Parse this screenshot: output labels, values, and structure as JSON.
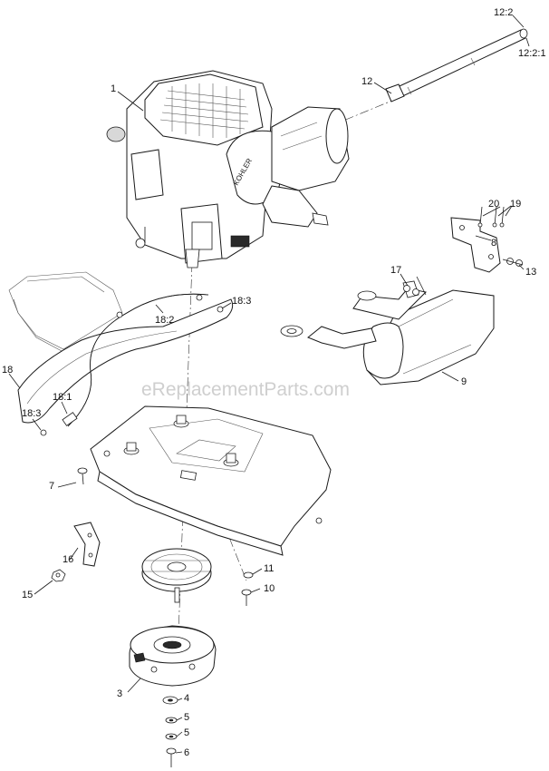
{
  "watermark": "eReplacementParts.com",
  "callouts": {
    "c1": "1",
    "c3": "3",
    "c4": "4",
    "c5a": "5",
    "c5b": "5",
    "c6": "6",
    "c7": "7",
    "c8": "8",
    "c9": "9",
    "c10": "10",
    "c11": "11",
    "c12": "12",
    "c12_2": "12:2",
    "c12_2_1": "12:2:1",
    "c13": "13",
    "c15": "15",
    "c16": "16",
    "c17": "17",
    "c18": "18",
    "c18_1": "18:1",
    "c18_2": "18:2",
    "c18_3a": "18:3",
    "c18_3b": "18:3",
    "c19": "19",
    "c20": "20"
  },
  "engine_brand": "KOHLER"
}
